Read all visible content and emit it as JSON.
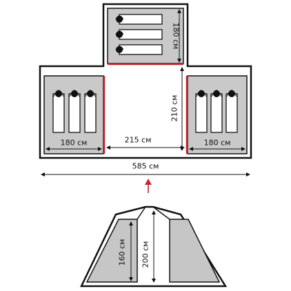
{
  "labels": {
    "top_room_depth": "180 см",
    "left_room_width": "180 см",
    "center_width": "215 см",
    "right_room_width": "180 см",
    "center_depth": "210 см",
    "total_width": "585 см",
    "side_height": "160 см",
    "peak_height": "200 см"
  },
  "colors": {
    "outline": "#111111",
    "room_fill": "#c9c9c9",
    "door_red": "#c1272d",
    "arrow_red": "#c1272d",
    "front_fill": "#c6c6c6",
    "background": "#ffffff"
  },
  "icons": {
    "sleeper": "person-in-sleeping-bag-icon",
    "entrance": "up-arrow-icon"
  }
}
